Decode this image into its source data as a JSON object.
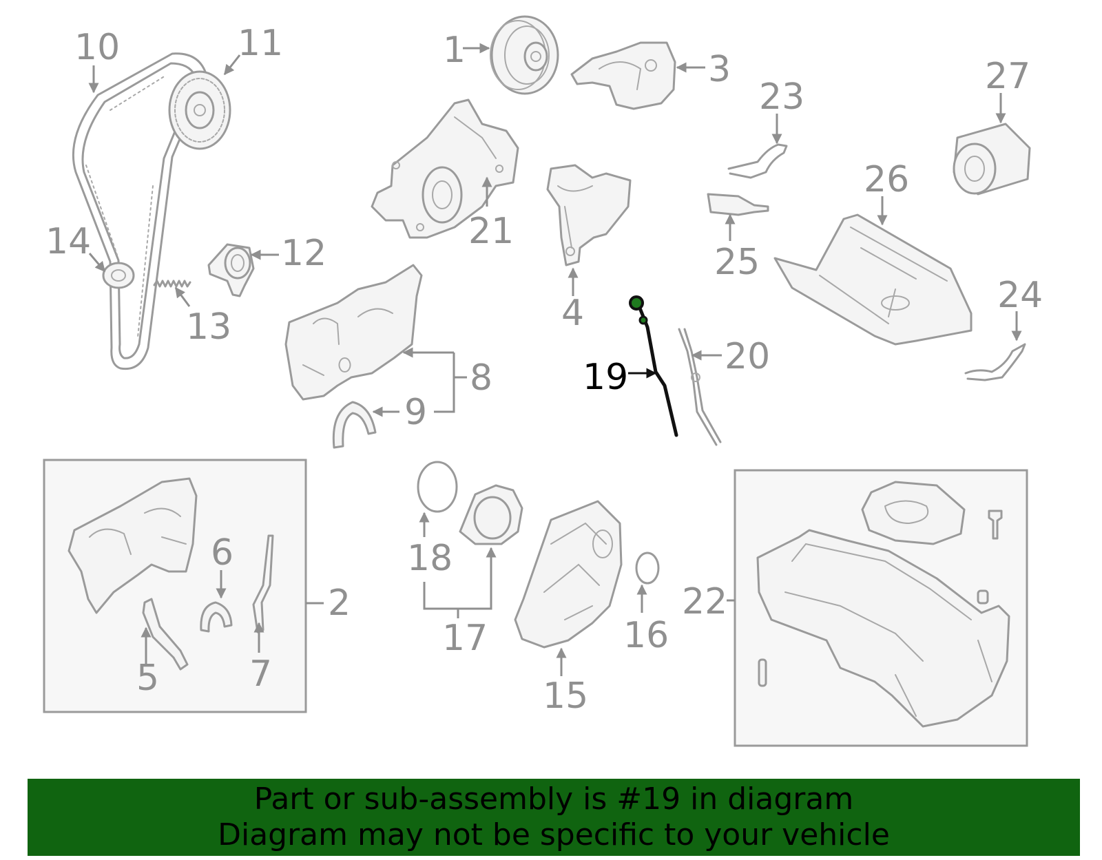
{
  "colors": {
    "outline": "#9a9a9a",
    "highlight": "#111111",
    "highlight_accent": "#1f7a1f",
    "banner_background": "#106410",
    "banner_text": "#000000"
  },
  "parts": [
    {
      "number": "1"
    },
    {
      "number": "2"
    },
    {
      "number": "3"
    },
    {
      "number": "4"
    },
    {
      "number": "5"
    },
    {
      "number": "6"
    },
    {
      "number": "7"
    },
    {
      "number": "8"
    },
    {
      "number": "9"
    },
    {
      "number": "10"
    },
    {
      "number": "11"
    },
    {
      "number": "12"
    },
    {
      "number": "13"
    },
    {
      "number": "14"
    },
    {
      "number": "15"
    },
    {
      "number": "16"
    },
    {
      "number": "17"
    },
    {
      "number": "18"
    },
    {
      "number": "19",
      "highlighted": true
    },
    {
      "number": "20"
    },
    {
      "number": "21"
    },
    {
      "number": "22"
    },
    {
      "number": "23"
    },
    {
      "number": "24"
    },
    {
      "number": "25"
    },
    {
      "number": "26"
    },
    {
      "number": "27"
    }
  ],
  "banner": {
    "line1": "Part or sub-assembly is #19 in diagram",
    "line2": "Diagram may not be specific to your vehicle"
  }
}
